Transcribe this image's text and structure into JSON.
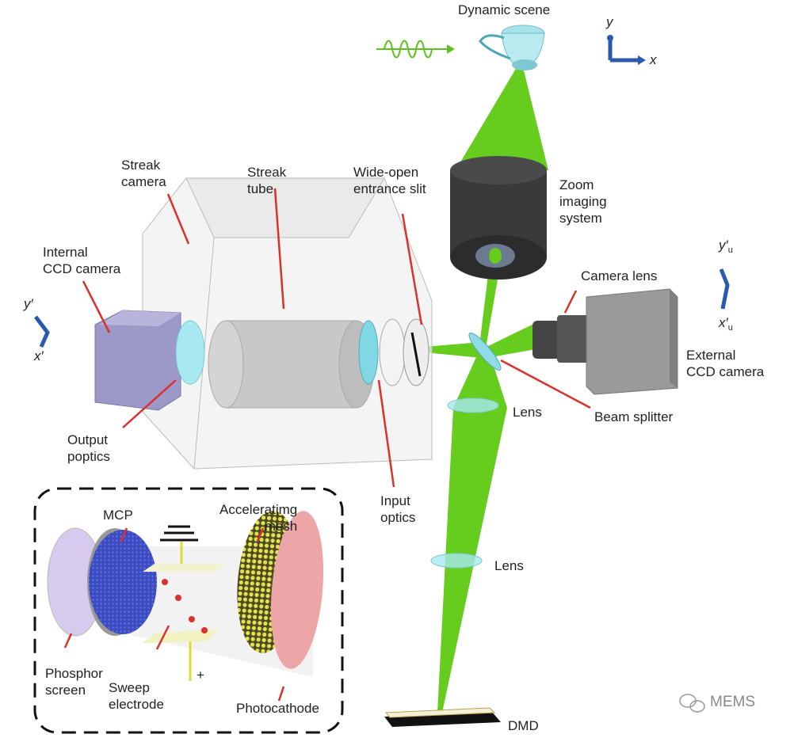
{
  "labels": {
    "dynamic_scene": "Dynamic scene",
    "zoom_imaging_system": [
      "Zoom",
      "imaging",
      "system"
    ],
    "wide_open_slit": [
      "Wide-open",
      "entrance slit"
    ],
    "streak_camera": [
      "Streak",
      "camera"
    ],
    "streak_tube": [
      "Streak",
      "tube"
    ],
    "internal_ccd": [
      "Internal",
      "CCD camera"
    ],
    "camera_lens": "Camera lens",
    "external_ccd": [
      "External",
      "CCD camera"
    ],
    "beam_splitter": "Beam splitter",
    "lens_upper": "Lens",
    "lens_lower": "Lens",
    "output_optics": [
      "Output",
      "poptics"
    ],
    "input_optics": [
      "Input",
      "optics"
    ],
    "dmd": "DMD",
    "inset": {
      "mcp": "MCP",
      "accelerating_mesh": [
        "Acceleratimg",
        "mesh"
      ],
      "phosphor_screen": [
        "Phosphor",
        "screen"
      ],
      "sweep_electrode": [
        "Sweep",
        "electrode"
      ],
      "photocathode": "Photocathode",
      "plus_sign": "+"
    }
  },
  "axes": {
    "scene": {
      "y": "y",
      "x": "x"
    },
    "internal": {
      "y": "y′",
      "x": "x′"
    },
    "external": {
      "y": "y′",
      "x": "x′",
      "sub": "u"
    }
  },
  "watermark": "MEMS",
  "colors": {
    "beam": "#66cc1e",
    "leader": "#d9312b",
    "axis": "#2a5ab0"
  }
}
